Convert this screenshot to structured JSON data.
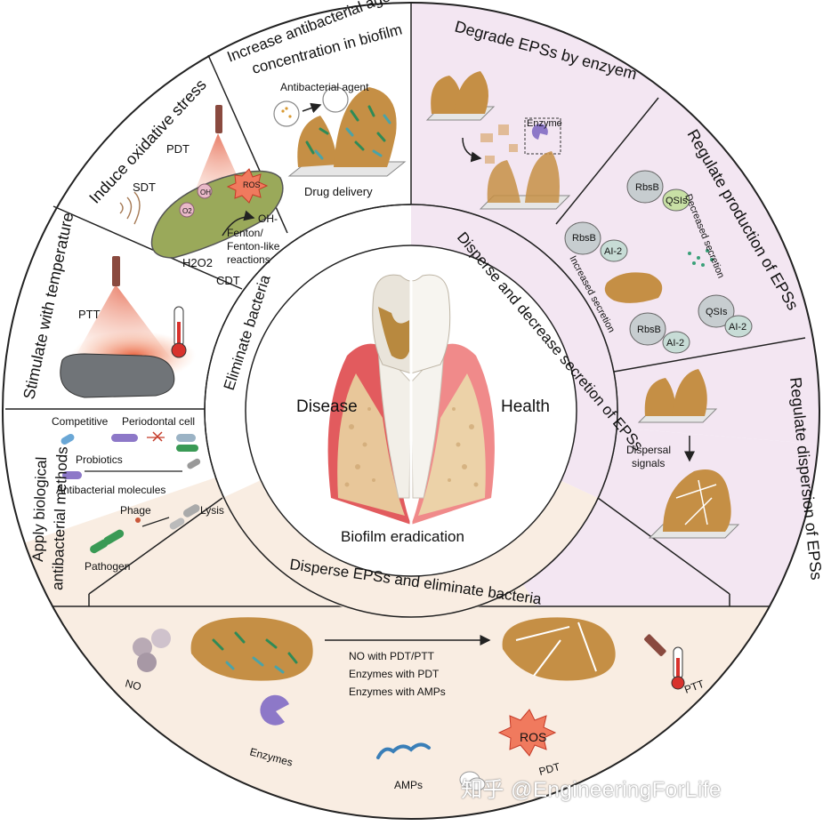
{
  "center": {
    "left_label": "Disease",
    "right_label": "Health",
    "bottom_label": "Biofilm eradication"
  },
  "inner_ring": {
    "left": "Eliminate bacteria",
    "right": "Disperse and decrease secretion of EPSs",
    "bottom": "Disperse EPSs and eliminate bacteria"
  },
  "outer_sections": {
    "increase_concentration": {
      "title": "Increase antibacterial agent concentration in biofilm",
      "title_line1": "Increase antibacterial agent",
      "title_line2": "concentration in biofilm",
      "agent_label": "Antibacterial agent",
      "bottom_label": "Drug delivery"
    },
    "oxidative_stress": {
      "title": "Induce oxidative stress",
      "pdt": "PDT",
      "sdt": "SDT",
      "oh": "OH",
      "o2": "O2",
      "ros": "ROS",
      "oh_minus": "OH-",
      "fenton": "Fenton/",
      "fenton2": "Fenton-like",
      "fenton3": "reactions",
      "h2o2": "H2O2",
      "cdt": "CDT"
    },
    "temperature": {
      "title": "Stimulate with temperature",
      "ptt": "PTT"
    },
    "biological": {
      "title_line1": "Apply biological",
      "title_line2": "antibacterial methods",
      "competitive": "Competitive",
      "periodontal": "Periodontal cell",
      "probiotics": "Probiotics",
      "antibacterial_molecules": "Antibacterial molecules",
      "phage": "Phage",
      "lysis": "Lysis",
      "pathogen": "Pathogen"
    },
    "degrade_eps": {
      "title": "Degrade EPSs by enzyem",
      "enzyme": "Enzyme"
    },
    "regulate_production": {
      "title": "Regulate production of EPSs",
      "rbsb": "RbsB",
      "qsis": "QSIs",
      "ai2": "AI-2",
      "decreased": "Decreased secretion",
      "increased": "Increased secretion"
    },
    "regulate_dispersion": {
      "title": "Regulate dispersion of EPSs",
      "signals_line1": "Dispersal",
      "signals_line2": "signals"
    },
    "bottom": {
      "no": "NO",
      "method1": "NO with PDT/PTT",
      "method2": "Enzymes with PDT",
      "method3": "Enzymes with AMPs",
      "ptt": "PTT",
      "enzymes": "Enzymes",
      "amps": "AMPs",
      "ros": "ROS",
      "pdt": "PDT"
    }
  },
  "watermark": "知乎 @EngineeringForLife",
  "colors": {
    "pink_bg": "#f3e6f2",
    "beige_bg": "#f9ede2",
    "biofilm": "#c58f45",
    "bacteria_green": "#2e8b57",
    "bacteria_teal": "#4aa3a8",
    "gum": "#e1565a"
  }
}
